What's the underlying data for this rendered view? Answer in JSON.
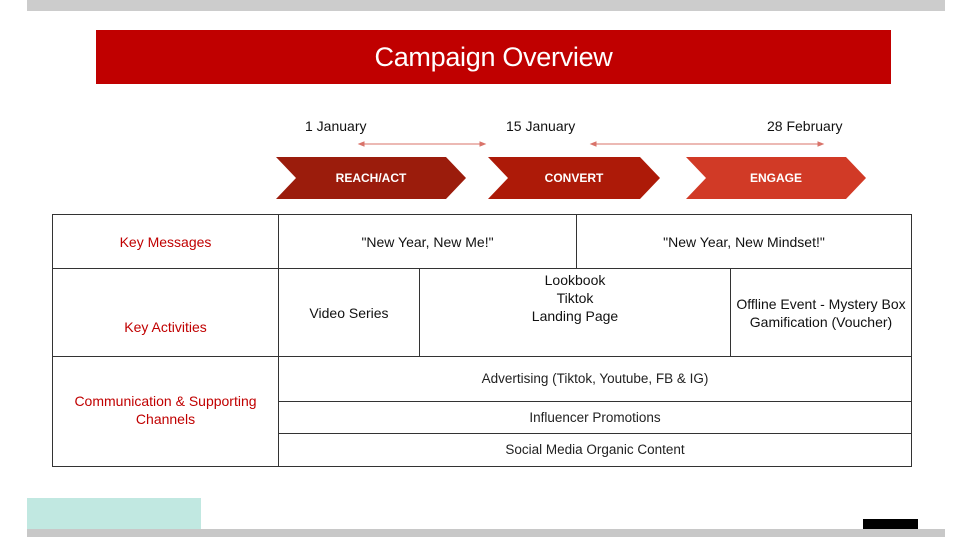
{
  "title": "Campaign Overview",
  "timeline": {
    "dates": [
      "1 January",
      "15 January",
      "28 February"
    ]
  },
  "phases": [
    {
      "label": "REACH/ACT",
      "color": "#9b1c0c"
    },
    {
      "label": "CONVERT",
      "color": "#ad1a08"
    },
    {
      "label": "ENGAGE",
      "color": "#d13a26"
    }
  ],
  "table": {
    "key_messages": {
      "label": "Key Messages",
      "values": [
        "\"New Year, New Me!\"",
        "\"New Year, New Mindset!\""
      ]
    },
    "key_activities": {
      "label": "Key Activities",
      "values": [
        "Video Series",
        "Lookbook\nTiktok\nLanding Page",
        "Offline Event - Mystery Box\nGamification (Voucher)"
      ]
    },
    "channels": {
      "label": "Communication & Supporting Channels",
      "values": [
        "Advertising (Tiktok, Youtube, FB & IG)",
        "Influencer Promotions",
        "Social Media Organic Content"
      ]
    }
  },
  "colors": {
    "accent": "#c00000",
    "teal": "#c1e8e1"
  }
}
